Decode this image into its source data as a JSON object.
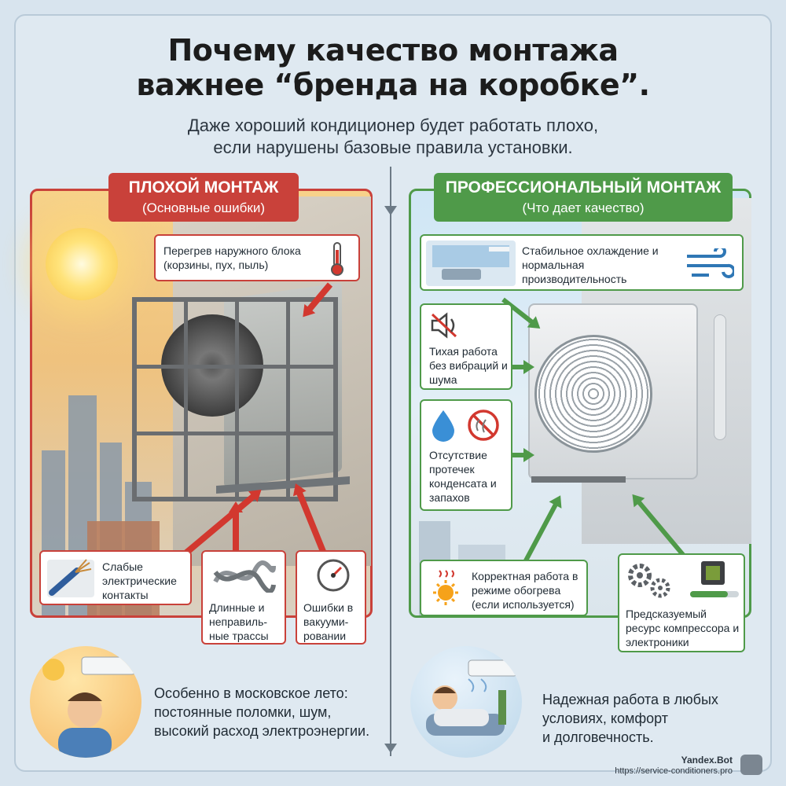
{
  "title_line1": "Почему качество монтажа",
  "title_line2": "важнее “бренда на коробке”.",
  "subtitle_line1": "Даже хороший кондиционер будет работать плохо,",
  "subtitle_line2": "если нарушены базовые правила установки.",
  "bad": {
    "heading": "ПЛОХОЙ МОНТАЖ",
    "subheading": "(Основные ошибки)",
    "overheat": "Перегрев наружного блока (корзины, пух, пыль)",
    "contacts": "Слабые электрические контакты",
    "routes": "Длинные и неправиль-ные трассы",
    "vacuum": "Ошибки в вакууми-ровании",
    "footer_line1": "Особенно в московское лето:",
    "footer_line2": "постоянные поломки, шум,",
    "footer_line3": "высокий расход электроэнергии."
  },
  "good": {
    "heading": "ПРОФЕССИОНАЛЬНЫЙ МОНТАЖ",
    "subheading": "(Что дает качество)",
    "cooling": "Стабильное охлаждение и нормальная производительность",
    "quiet": "Тихая работа без вибраций и шума",
    "leaks": "Отсутствие протечек конденсата и запахов",
    "heating": "Корректная работа в режиме обогрева (если используется)",
    "resource": "Предсказуемый ресурс компрессора и электроники",
    "footer_line1": "Надежная работа в любых",
    "footer_line2": "условиях, комфорт",
    "footer_line3": "и долговечность."
  },
  "signature": {
    "name": "Yandex.Bot",
    "url": "https://service-conditioners.pro"
  },
  "colors": {
    "bad_accent": "#c9413a",
    "good_accent": "#4f9a49"
  },
  "icons": [
    "thermometer-icon",
    "wire-icon",
    "pipe-knot-icon",
    "gauge-icon",
    "room-icon",
    "wind-icon",
    "mute-icon",
    "water-drop-icon",
    "no-smell-icon",
    "sun-heat-icon",
    "gears-icon",
    "chip-icon",
    "robot-icon"
  ]
}
